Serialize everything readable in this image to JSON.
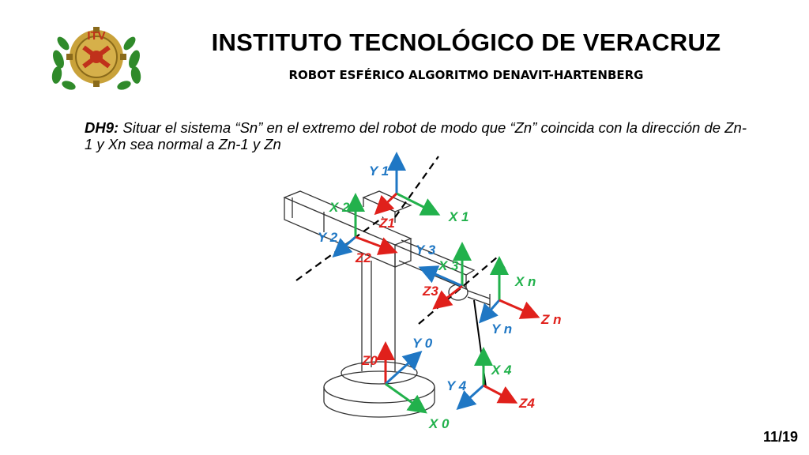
{
  "header": {
    "title": "INSTITUTO  TECNOLÓGICO DE  VERACRUZ",
    "subtitle": "ROBOT ESFÉRICO ALGORITMO DENAVIT-HARTENBERG"
  },
  "logo": {
    "text": "ITV",
    "icon": "itv-laurel-logo"
  },
  "content": {
    "step_label": "DH9:",
    "step_text": " Situar el sistema “Sn” en el extremo del robot de modo que “Zn” coincida con la dirección de Zn-1 y Xn sea normal a Zn-1 y Zn"
  },
  "figure": {
    "colors": {
      "x_axis": "#22b14c",
      "y_axis": "#1f77c4",
      "z_axis": "#e0201b",
      "joint_axis": "#000000"
    },
    "labels": {
      "y1": "Y 1",
      "x1": "X 1",
      "z1": "Z1",
      "x2": "X 2",
      "y2": "Y 2",
      "z2": "Z2",
      "y3": "Y 3",
      "x3": "X 3",
      "z3": "Z3",
      "xn": "X n",
      "yn": "Y n",
      "zn": "Z n",
      "z0": "Z0",
      "y0": "Y 0",
      "x0": "X 0",
      "x4": "X 4",
      "y4": "Y 4",
      "z4": "Z4"
    }
  },
  "footer": {
    "page": "11/19"
  }
}
